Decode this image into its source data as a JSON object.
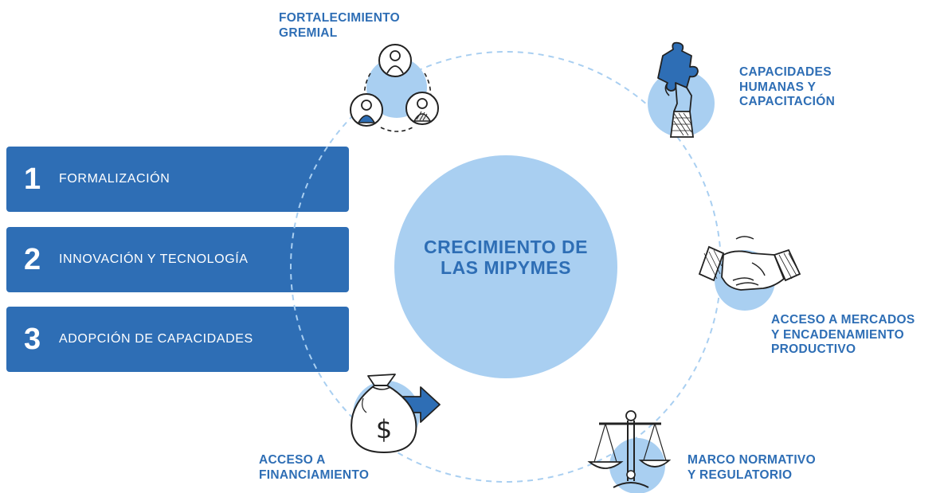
{
  "center": {
    "line1": "CRECIMIENTO DE",
    "line2": "LAS MIPYMES"
  },
  "pillars": [
    {
      "number": "1",
      "label": "FORMALIZACIÓN"
    },
    {
      "number": "2",
      "label": "INNOVACIÓN Y TECNOLOGÍA"
    },
    {
      "number": "3",
      "label": "ADOPCIÓN DE CAPACIDADES"
    }
  ],
  "axes": {
    "gremial": {
      "text": "FORTALECIMIENTO\nGREMIAL",
      "icon": "people-network-icon"
    },
    "capacidades": {
      "text": "CAPACIDADES\nHUMANAS Y\nCAPACITACIÓN",
      "icon": "puzzle-hand-icon"
    },
    "mercados": {
      "text": "ACCESO A MERCADOS\nY ENCADENAMIENTO\nPRODUCTIVO",
      "icon": "handshake-icon"
    },
    "normativo": {
      "text": "MARCO NORMATIVO\nY REGULATORIO",
      "icon": "scales-icon"
    },
    "financiamiento": {
      "text": "ACCESO A\nFINANCIAMIENTO",
      "icon": "money-bag-icon"
    }
  },
  "colors": {
    "primary_blue": "#2e6eb5",
    "light_blue": "#a9cff1",
    "dashed_ring": "#a9cff1"
  }
}
